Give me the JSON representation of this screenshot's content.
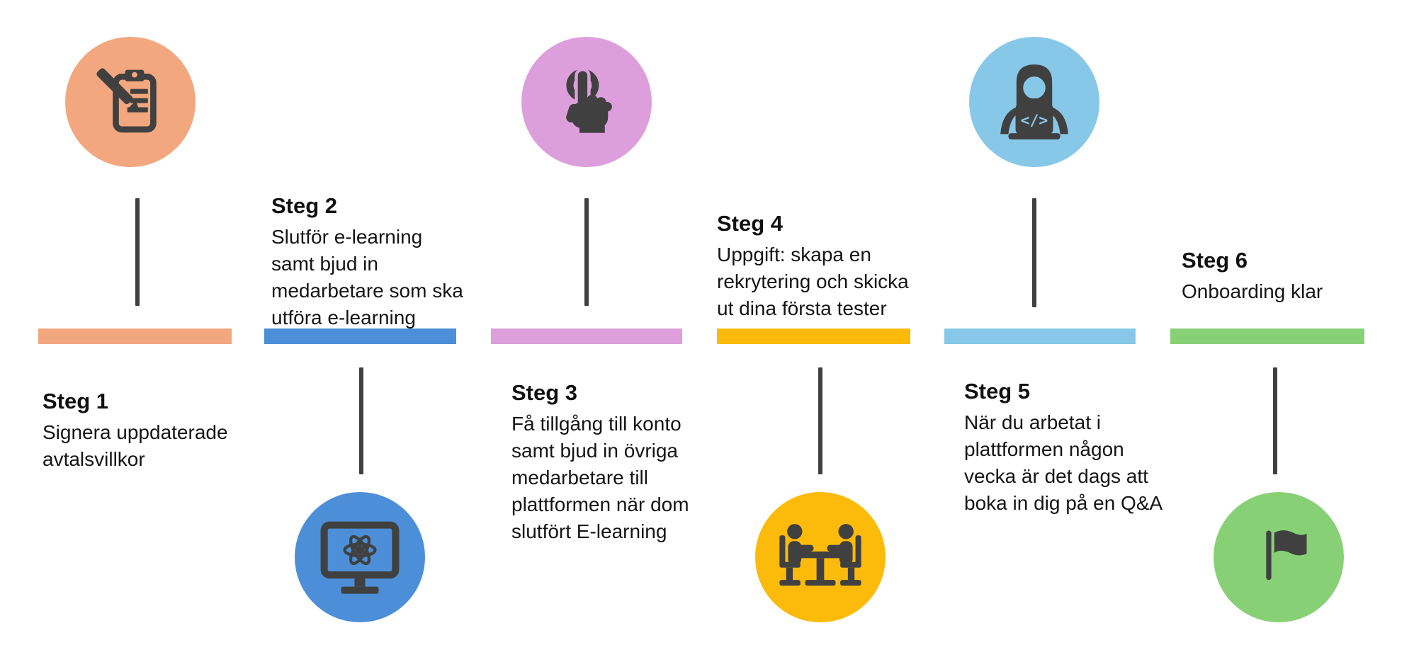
{
  "canvas": {
    "background": "#FFFFFF",
    "connector_color": "#404040",
    "icon_color": "#404040",
    "text_color": "#151515"
  },
  "steps": [
    {
      "title": "Steg 1",
      "description_lines": [
        "Signera uppdaterade",
        "avtalsvillkor"
      ],
      "color": "#F2A77E",
      "icon": "clipboard-pencil-icon"
    },
    {
      "title": "Steg 2",
      "description_lines": [
        "Slutför e-learning",
        "samt bjud in",
        "medarbetare som ska",
        "utföra e-learning"
      ],
      "color": "#4C8FD8",
      "icon": "monitor-atom-icon"
    },
    {
      "title": "Steg 3",
      "description_lines": [
        "Få tillgång till konto",
        "samt bjud in övriga",
        "medarbetare till",
        "plattformen när dom",
        "slutfört E-learning"
      ],
      "color": "#DD9EDC",
      "icon": "tap-finger-icon"
    },
    {
      "title": "Steg 4",
      "description_lines": [
        "Uppgift: skapa en",
        "rekrytering och skicka",
        "ut dina första tester"
      ],
      "color": "#FCBB0A",
      "icon": "meeting-table-icon"
    },
    {
      "title": "Steg 5",
      "description_lines": [
        "När du arbetat i",
        "plattformen någon",
        "vecka är det dags att",
        "boka in dig på en Q&A"
      ],
      "color": "#87C8E9",
      "icon": "woman-laptop-code-icon"
    },
    {
      "title": "Steg 6",
      "description_lines": [
        "Onboarding klar"
      ],
      "color": "#88D075",
      "icon": "flag-icon"
    }
  ]
}
